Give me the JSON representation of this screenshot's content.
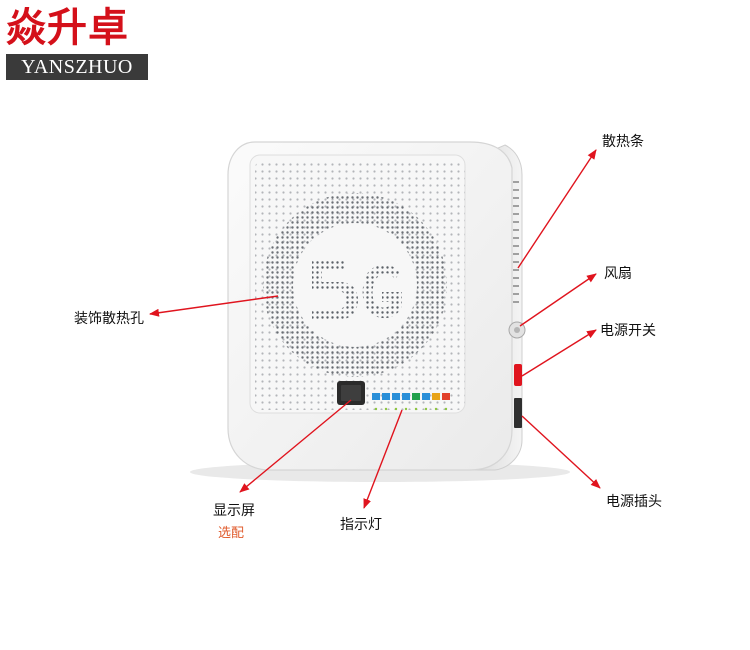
{
  "brand": {
    "name_cn": "焱升卓",
    "name_en": "YANSZHUO"
  },
  "callouts": {
    "heat_strip": "散热条",
    "fan": "风扇",
    "power_switch": "电源开关",
    "decor_vent": "装饰散热孔",
    "power_plug": "电源插头",
    "display": "显示屏",
    "display_note": "选配",
    "indicator": "指示灯"
  },
  "colors": {
    "brand_red": "#d4101a",
    "arrow_red": "#e0141e",
    "note_orange": "#e05a2b",
    "led_colors": [
      "#2a8fd8",
      "#2a8fd8",
      "#2a8fd8",
      "#2a8fd8",
      "#21a04b",
      "#2a8fd8",
      "#e8a317",
      "#e2402a"
    ]
  }
}
